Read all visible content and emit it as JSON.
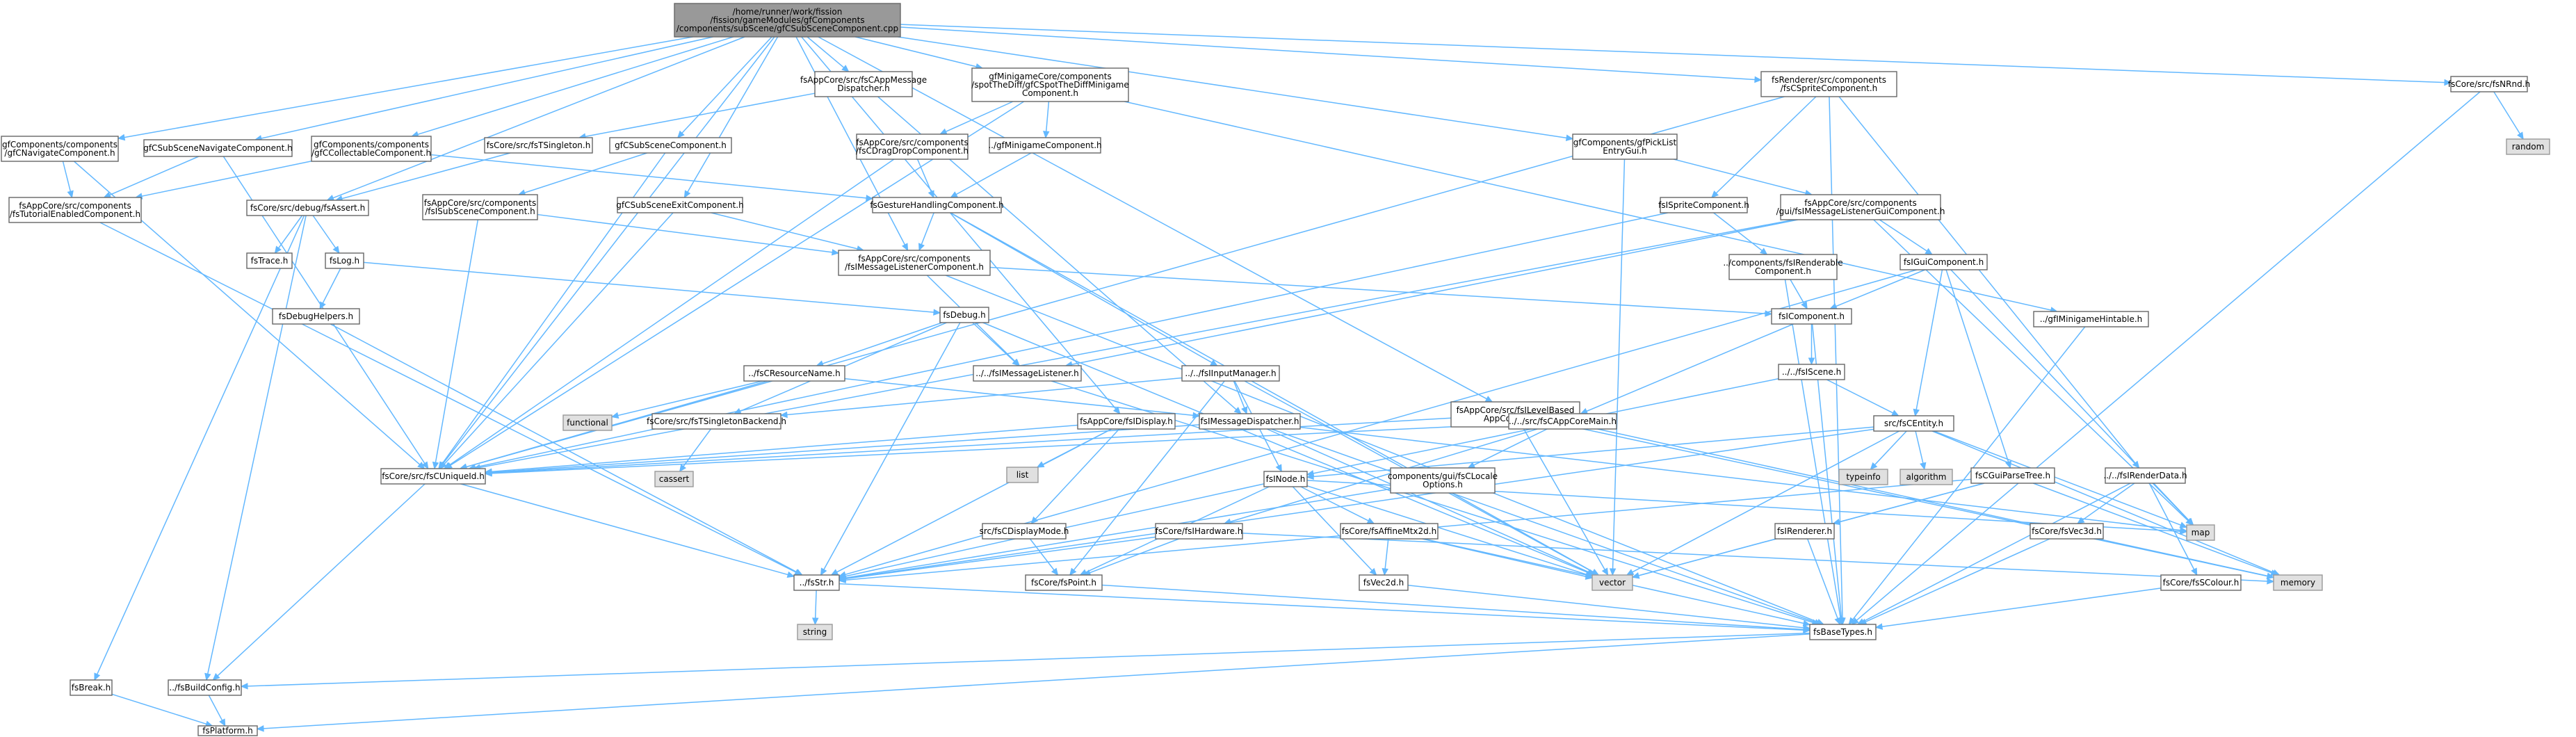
{
  "nodes": [
    {
      "id": "root",
      "lines": [
        "/home/runner/work/fission",
        "/fission/gameModules/gfComponents",
        "/components/subScene/gfCSubSceneComponent.cpp"
      ],
      "kind": "root"
    },
    {
      "id": "gfNav",
      "lines": [
        "gfComponents/components",
        "/gfCNavigateComponent.h"
      ]
    },
    {
      "id": "gfSubNav",
      "lines": [
        "gfCSubSceneNavigateComponent.h"
      ]
    },
    {
      "id": "gfCollect",
      "lines": [
        "gfComponents/components",
        "/gfCCollectableComponent.h"
      ]
    },
    {
      "id": "appMsgDisp",
      "lines": [
        "fsAppCore/src/fsCAppMessage",
        "Dispatcher.h"
      ]
    },
    {
      "id": "spotDiff",
      "lines": [
        "gfMinigameCore/components",
        "/spotTheDiff/gfCSpotTheDiffMinigame",
        "Component.h"
      ]
    },
    {
      "id": "sprite",
      "lines": [
        "fsRenderer/src/components",
        "/fsCSpriteComponent.h"
      ]
    },
    {
      "id": "rnd",
      "lines": [
        "fsCore/src/fsNRnd.h"
      ]
    },
    {
      "id": "random",
      "lines": [
        "random"
      ],
      "kind": "sys"
    },
    {
      "id": "tsingleton",
      "lines": [
        "fsCore/src/fsTSingleton.h"
      ]
    },
    {
      "id": "subSceneComp",
      "lines": [
        "gfCSubSceneComponent.h"
      ]
    },
    {
      "id": "dragDrop",
      "lines": [
        "fsAppCore/src/components",
        "/fsCDragDropComponent.h"
      ]
    },
    {
      "id": "gfMinigame",
      "lines": [
        "../gfMinigameComponent.h"
      ]
    },
    {
      "id": "pickList",
      "lines": [
        "gfComponents/gfPickList",
        "EntryGui.h"
      ]
    },
    {
      "id": "tutorial",
      "lines": [
        "fsAppCore/src/components",
        "/fsTutorialEnabledComponent.h"
      ]
    },
    {
      "id": "assert",
      "lines": [
        "fsCore/src/debug/fsAssert.h"
      ]
    },
    {
      "id": "fsSubScene",
      "lines": [
        "fsAppCore/src/components",
        "/fsISubSceneComponent.h"
      ]
    },
    {
      "id": "exitComp",
      "lines": [
        "gfCSubSceneExitComponent.h"
      ]
    },
    {
      "id": "gesture",
      "lines": [
        "fsGestureHandlingComponent.h"
      ]
    },
    {
      "id": "iSprite",
      "lines": [
        "fsISpriteComponent.h"
      ]
    },
    {
      "id": "msgListGui",
      "lines": [
        "fsAppCore/src/components",
        "/gui/fsIMessageListenerGuiComponent.h"
      ]
    },
    {
      "id": "trace",
      "lines": [
        "fsTrace.h"
      ]
    },
    {
      "id": "log",
      "lines": [
        "fsLog.h"
      ]
    },
    {
      "id": "msgListComp",
      "lines": [
        "fsAppCore/src/components",
        "/fsIMessageListenerComponent.h"
      ]
    },
    {
      "id": "renderable",
      "lines": [
        "../components/fsIRenderable",
        "Component.h"
      ]
    },
    {
      "id": "guiComp",
      "lines": [
        "fsIGuiComponent.h"
      ]
    },
    {
      "id": "hintable",
      "lines": [
        "../gfIMinigameHintable.h"
      ]
    },
    {
      "id": "debugHelpers",
      "lines": [
        "fsDebugHelpers.h"
      ]
    },
    {
      "id": "debug",
      "lines": [
        "fsDebug.h"
      ]
    },
    {
      "id": "iComponent",
      "lines": [
        "fsIComponent.h"
      ]
    },
    {
      "id": "levelBased",
      "lines": [
        "fsAppCore/src/fsILevelBased",
        "AppCoreMain.h"
      ]
    },
    {
      "id": "resName",
      "lines": [
        "../fsCResourceName.h"
      ]
    },
    {
      "id": "msgListener",
      "lines": [
        "../../fsIMessageListener.h"
      ]
    },
    {
      "id": "inputMgr",
      "lines": [
        "../../fsIInputManager.h"
      ]
    },
    {
      "id": "iScene",
      "lines": [
        "../../fsIScene.h"
      ]
    },
    {
      "id": "functional",
      "lines": [
        "functional"
      ],
      "kind": "sys"
    },
    {
      "id": "singletonBackend",
      "lines": [
        "fsCore/src/fsTSingletonBackend.h"
      ]
    },
    {
      "id": "iDisplay",
      "lines": [
        "fsAppCore/fsIDisplay.h"
      ]
    },
    {
      "id": "msgDispatcher",
      "lines": [
        "fsIMessageDispatcher.h"
      ]
    },
    {
      "id": "appCoreMain",
      "lines": [
        "../../src/fsCAppCoreMain.h"
      ]
    },
    {
      "id": "entity",
      "lines": [
        "src/fsCEntity.h"
      ]
    },
    {
      "id": "cassert",
      "lines": [
        "cassert"
      ],
      "kind": "sys"
    },
    {
      "id": "uniqueId",
      "lines": [
        "fsCore/src/fsCUniqueId.h"
      ]
    },
    {
      "id": "list",
      "lines": [
        "list"
      ],
      "kind": "sys"
    },
    {
      "id": "iNode",
      "lines": [
        "fsINode.h"
      ]
    },
    {
      "id": "locale",
      "lines": [
        "components/gui/fsCLocale",
        "Options.h"
      ]
    },
    {
      "id": "typeinfo",
      "lines": [
        "typeinfo"
      ],
      "kind": "sys"
    },
    {
      "id": "algorithm",
      "lines": [
        "algorithm"
      ],
      "kind": "sys"
    },
    {
      "id": "parseTree",
      "lines": [
        "fsCGuiParseTree.h"
      ]
    },
    {
      "id": "renderData",
      "lines": [
        "../../fsIRenderData.h"
      ]
    },
    {
      "id": "map",
      "lines": [
        "map"
      ],
      "kind": "sys"
    },
    {
      "id": "displayMode",
      "lines": [
        "src/fsCDisplayMode.h"
      ]
    },
    {
      "id": "hardware",
      "lines": [
        "fsCore/fsIHardware.h"
      ]
    },
    {
      "id": "affine",
      "lines": [
        "fsCore/fsAffineMtx2d.h"
      ]
    },
    {
      "id": "renderer",
      "lines": [
        "fsIRenderer.h"
      ]
    },
    {
      "id": "vec3d",
      "lines": [
        "fsCore/fsVec3d.h"
      ]
    },
    {
      "id": "memory",
      "lines": [
        "memory"
      ],
      "kind": "sys"
    },
    {
      "id": "str",
      "lines": [
        "../fsStr.h"
      ]
    },
    {
      "id": "point",
      "lines": [
        "fsCore/fsPoint.h"
      ]
    },
    {
      "id": "vec2d",
      "lines": [
        "fsVec2d.h"
      ]
    },
    {
      "id": "vector",
      "lines": [
        "vector"
      ],
      "kind": "sys"
    },
    {
      "id": "colour",
      "lines": [
        "fsCore/fsSColour.h"
      ]
    },
    {
      "id": "string",
      "lines": [
        "string"
      ],
      "kind": "sys"
    },
    {
      "id": "baseTypes",
      "lines": [
        "fsBaseTypes.h"
      ]
    },
    {
      "id": "break",
      "lines": [
        "fsBreak.h"
      ]
    },
    {
      "id": "buildConfig",
      "lines": [
        "../fsBuildConfig.h"
      ]
    },
    {
      "id": "platform",
      "lines": [
        "fsPlatform.h"
      ]
    }
  ],
  "edges": [
    [
      "root",
      "gfNav"
    ],
    [
      "root",
      "gfSubNav"
    ],
    [
      "root",
      "gfCollect"
    ],
    [
      "root",
      "appMsgDisp"
    ],
    [
      "root",
      "spotDiff"
    ],
    [
      "root",
      "sprite"
    ],
    [
      "root",
      "rnd"
    ],
    [
      "root",
      "subSceneComp"
    ],
    [
      "root",
      "exitComp"
    ],
    [
      "root",
      "pickList"
    ],
    [
      "root",
      "levelBased"
    ],
    [
      "root",
      "assert"
    ],
    [
      "root",
      "msgListComp"
    ],
    [
      "root",
      "uniqueId"
    ],
    [
      "root",
      "iDisplay"
    ],
    [
      "gfNav",
      "tutorial"
    ],
    [
      "gfNav",
      "uniqueId"
    ],
    [
      "gfSubNav",
      "tutorial"
    ],
    [
      "gfSubNav",
      "uniqueId"
    ],
    [
      "gfCollect",
      "tutorial"
    ],
    [
      "gfCollect",
      "gesture"
    ],
    [
      "appMsgDisp",
      "tsingleton"
    ],
    [
      "appMsgDisp",
      "msgDispatcher"
    ],
    [
      "spotDiff",
      "dragDrop"
    ],
    [
      "spotDiff",
      "gfMinigame"
    ],
    [
      "spotDiff",
      "hintable"
    ],
    [
      "spotDiff",
      "uniqueId"
    ],
    [
      "sprite",
      "iSprite"
    ],
    [
      "sprite",
      "renderData"
    ],
    [
      "sprite",
      "baseTypes"
    ],
    [
      "sprite",
      "uniqueId"
    ],
    [
      "rnd",
      "random"
    ],
    [
      "rnd",
      "baseTypes"
    ],
    [
      "tsingleton",
      "assert"
    ],
    [
      "subSceneComp",
      "fsSubScene"
    ],
    [
      "subSceneComp",
      "uniqueId"
    ],
    [
      "dragDrop",
      "gesture"
    ],
    [
      "dragDrop",
      "uniqueId"
    ],
    [
      "gfMinigame",
      "gesture"
    ],
    [
      "pickList",
      "msgListGui"
    ],
    [
      "pickList",
      "vector"
    ],
    [
      "tutorial",
      "str"
    ],
    [
      "assert",
      "trace"
    ],
    [
      "assert",
      "log"
    ],
    [
      "assert",
      "break"
    ],
    [
      "assert",
      "buildConfig"
    ],
    [
      "fsSubScene",
      "msgListComp"
    ],
    [
      "fsSubScene",
      "uniqueId"
    ],
    [
      "exitComp",
      "msgListComp"
    ],
    [
      "exitComp",
      "uniqueId"
    ],
    [
      "gesture",
      "msgListComp"
    ],
    [
      "gesture",
      "inputMgr"
    ],
    [
      "gesture",
      "vector"
    ],
    [
      "iSprite",
      "renderable"
    ],
    [
      "iSprite",
      "uniqueId"
    ],
    [
      "msgListGui",
      "guiComp"
    ],
    [
      "msgListGui",
      "msgListener"
    ],
    [
      "msgListGui",
      "map"
    ],
    [
      "msgListGui",
      "uniqueId"
    ],
    [
      "log",
      "debugHelpers"
    ],
    [
      "log",
      "debug"
    ],
    [
      "msgListComp",
      "iComponent"
    ],
    [
      "msgListComp",
      "msgListener"
    ],
    [
      "msgListComp",
      "baseTypes"
    ],
    [
      "renderable",
      "iComponent"
    ],
    [
      "renderable",
      "baseTypes"
    ],
    [
      "guiComp",
      "iComponent"
    ],
    [
      "guiComp",
      "entity"
    ],
    [
      "guiComp",
      "parseTree"
    ],
    [
      "guiComp",
      "map"
    ],
    [
      "guiComp",
      "str"
    ],
    [
      "hintable",
      "baseTypes"
    ],
    [
      "debugHelpers",
      "str"
    ],
    [
      "debug",
      "resName"
    ],
    [
      "debug",
      "msgListener"
    ],
    [
      "debug",
      "singletonBackend"
    ],
    [
      "debug",
      "vector"
    ],
    [
      "debug",
      "str"
    ],
    [
      "iComponent",
      "iScene"
    ],
    [
      "iComponent",
      "appCoreMain"
    ],
    [
      "iComponent",
      "baseTypes"
    ],
    [
      "levelBased",
      "appCoreMain"
    ],
    [
      "levelBased",
      "vector"
    ],
    [
      "levelBased",
      "uniqueId"
    ],
    [
      "levelBased",
      "memory"
    ],
    [
      "resName",
      "functional"
    ],
    [
      "resName",
      "msgDispatcher"
    ],
    [
      "resName",
      "uniqueId"
    ],
    [
      "msgListener",
      "baseTypes"
    ],
    [
      "inputMgr",
      "msgDispatcher"
    ],
    [
      "inputMgr",
      "iNode"
    ],
    [
      "inputMgr",
      "point"
    ],
    [
      "inputMgr",
      "vector"
    ],
    [
      "inputMgr",
      "singletonBackend"
    ],
    [
      "iScene",
      "entity"
    ],
    [
      "iScene",
      "iNode"
    ],
    [
      "singletonBackend",
      "cassert"
    ],
    [
      "iDisplay",
      "displayMode"
    ],
    [
      "iDisplay",
      "list"
    ],
    [
      "iDisplay",
      "uniqueId"
    ],
    [
      "iDisplay",
      "str"
    ],
    [
      "msgDispatcher",
      "uniqueId"
    ],
    [
      "msgDispatcher",
      "vector"
    ],
    [
      "msgDispatcher",
      "map"
    ],
    [
      "msgDispatcher",
      "baseTypes"
    ],
    [
      "appCoreMain",
      "locale"
    ],
    [
      "appCoreMain",
      "hardware"
    ],
    [
      "appCoreMain",
      "uniqueId"
    ],
    [
      "appCoreMain",
      "memory"
    ],
    [
      "entity",
      "iNode"
    ],
    [
      "entity",
      "typeinfo"
    ],
    [
      "entity",
      "algorithm"
    ],
    [
      "entity",
      "map"
    ],
    [
      "entity",
      "vector"
    ],
    [
      "entity",
      "memory"
    ],
    [
      "entity",
      "str"
    ],
    [
      "uniqueId",
      "str"
    ],
    [
      "uniqueId",
      "buildConfig"
    ],
    [
      "iNode",
      "affine"
    ],
    [
      "iNode",
      "vec2d"
    ],
    [
      "iNode",
      "point"
    ],
    [
      "iNode",
      "str"
    ],
    [
      "iNode",
      "vector"
    ],
    [
      "iNode",
      "map"
    ],
    [
      "locale",
      "str"
    ],
    [
      "parseTree",
      "renderer"
    ],
    [
      "parseTree",
      "str"
    ],
    [
      "parseTree",
      "memory"
    ],
    [
      "parseTree",
      "vector"
    ],
    [
      "renderData",
      "vec3d"
    ],
    [
      "renderData",
      "colour"
    ],
    [
      "renderData",
      "baseTypes"
    ],
    [
      "renderData",
      "map"
    ],
    [
      "displayMode",
      "point"
    ],
    [
      "hardware",
      "point"
    ],
    [
      "hardware",
      "str"
    ],
    [
      "hardware",
      "memory"
    ],
    [
      "affine",
      "vec2d"
    ],
    [
      "affine",
      "vector"
    ],
    [
      "affine",
      "baseTypes"
    ],
    [
      "renderer",
      "vector"
    ],
    [
      "renderer",
      "baseTypes"
    ],
    [
      "vec3d",
      "baseTypes"
    ],
    [
      "str",
      "string"
    ],
    [
      "str",
      "baseTypes"
    ],
    [
      "point",
      "baseTypes"
    ],
    [
      "vec2d",
      "baseTypes"
    ],
    [
      "colour",
      "baseTypes"
    ],
    [
      "baseTypes",
      "buildConfig"
    ],
    [
      "baseTypes",
      "platform"
    ],
    [
      "break",
      "platform"
    ],
    [
      "buildConfig",
      "platform"
    ]
  ]
}
